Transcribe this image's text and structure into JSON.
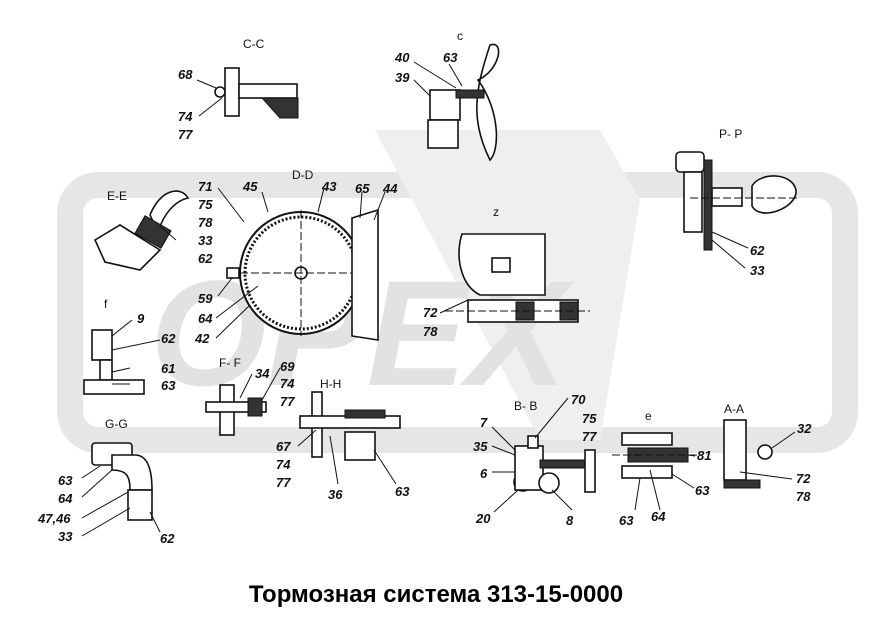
{
  "title": "Тормозная система 313-15-0000",
  "watermark": {
    "text": "OPEX",
    "color": "#e2e2e2"
  },
  "sections": {
    "cc": "C-C",
    "c": "c",
    "dd": "D-D",
    "ee": "E-E",
    "z": "z",
    "pp": "P- P",
    "f": "f",
    "ff": "F- F",
    "hh": "H-H",
    "gg": "G-G",
    "bb": "B- B",
    "e": "e",
    "aa": "A-A"
  },
  "callouts": {
    "c68": "68",
    "c74a": "74",
    "c77a": "77",
    "c40": "40",
    "c63a": "63",
    "c39": "39",
    "c71": "71",
    "c45": "45",
    "c43": "43",
    "c65": "65",
    "c44": "44",
    "c75a": "75",
    "c78a": "78",
    "c33a": "33",
    "c62a": "62",
    "c59": "59",
    "c64a": "64",
    "c42": "42",
    "c72a": "72",
    "c78b": "78",
    "c62b": "62",
    "c33b": "33",
    "c9": "9",
    "c62c": "62",
    "c61": "61",
    "c63b": "63",
    "c69": "69",
    "c34": "34",
    "c74b": "74",
    "c77b": "77",
    "c67": "67",
    "c74c": "74",
    "c77c": "77",
    "c36": "36",
    "c63c": "63",
    "c63d": "63",
    "c64b": "64",
    "c4746": "47,46",
    "c33c": "33",
    "c62d": "62",
    "c70": "70",
    "c75b": "75",
    "c77d": "77",
    "c7": "7",
    "c35": "35",
    "c6": "6",
    "c20": "20",
    "c8": "8",
    "c81": "81",
    "c63e": "63",
    "c63f": "63",
    "c64c": "64",
    "c32": "32",
    "c72b": "72",
    "c78c": "78"
  }
}
